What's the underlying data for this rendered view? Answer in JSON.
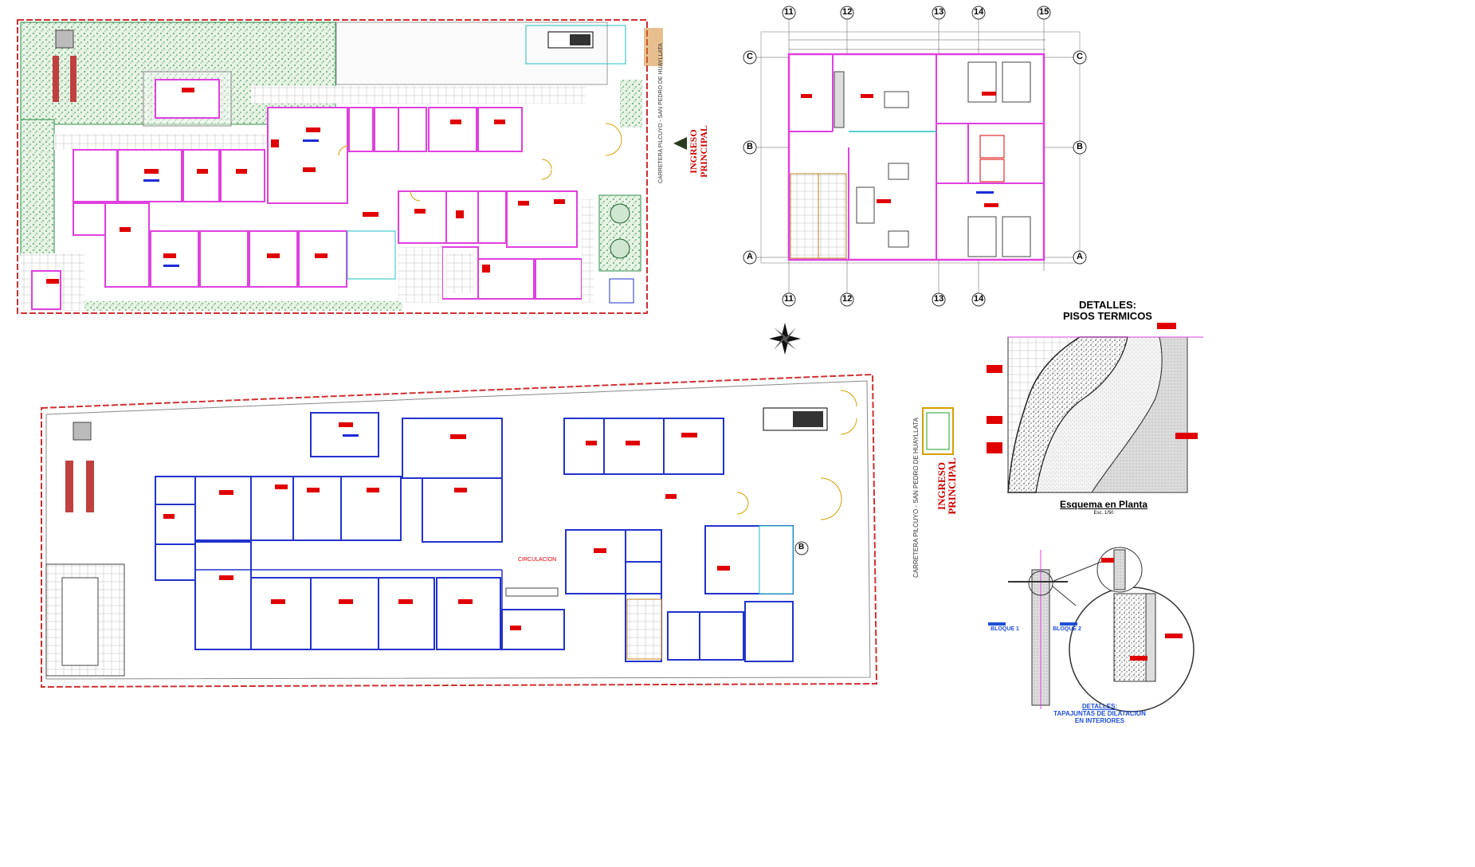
{
  "sheet": {
    "top_plan": {
      "entrance_label": "INGRESO\nPRINCIPAL",
      "road_label": "CARRETERA PILCUYO - SAN PEDRO DE HUAYLLATA"
    },
    "bottom_plan": {
      "entrance_label": "INGRESO\nPRINCIPAL",
      "road_label": "CARRETERA PILCUYO - SAN PEDRO DE HUAYLLATA",
      "hall_label": "CIRCULACION",
      "room_marker": "B"
    },
    "module_plan": {
      "grid_top": [
        "11",
        "12",
        "13",
        "14",
        "15"
      ],
      "grid_bottom": [
        "11",
        "12",
        "13",
        "14"
      ],
      "grid_side": [
        "C",
        "B",
        "A"
      ]
    },
    "details": {
      "floors_title_1": "DETALLES:",
      "floors_title_2": "PISOS TERMICOS",
      "scheme_title": "Esquema en Planta",
      "scheme_scale": "Esc. 1/50",
      "joint_title_1": "DETALLES:",
      "joint_title_2": "TAPAJUNTAS DE DILATACION",
      "joint_title_3": "EN INTERIORES",
      "block_1": "BLOQUE 1",
      "block_2": "BLOQUE 2"
    },
    "colors": {
      "wall_magenta": "#e040e0",
      "wall_blue": "#2233cc",
      "tag_red": "#e00000",
      "tag_blue": "#1a2bd8",
      "grass_green": "#2f8f4a",
      "door_yellow": "#d4a000"
    }
  }
}
